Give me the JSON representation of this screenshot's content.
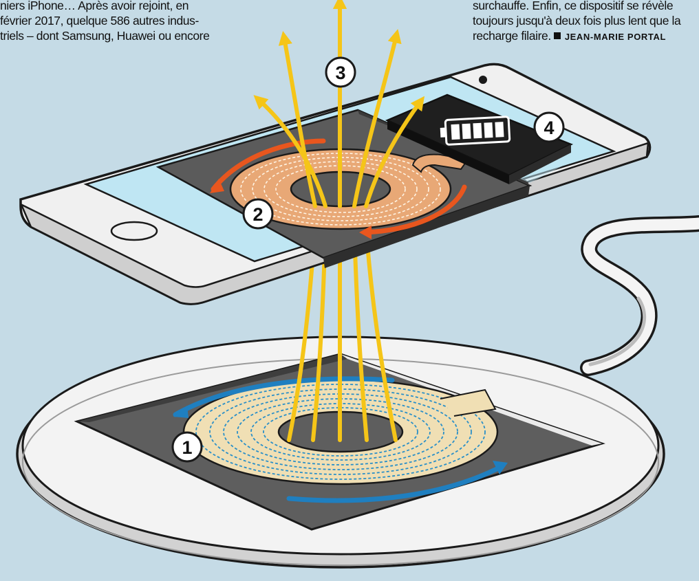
{
  "article": {
    "left_lines": [
      "niers iPhone… Après avoir rejoint, en",
      "février 2017, quelque 586 autres indus-",
      "triels – dont Samsung, Huawei ou encore"
    ],
    "right_lines": [
      "surchauffe. Enfin, ce dispositif se révèle",
      "toujours jusqu'à deux fois plus lent que la"
    ],
    "right_last_line": "recharge filaire.",
    "author": "JEAN-MARIE PORTAL"
  },
  "callouts": [
    "1",
    "2",
    "3",
    "4"
  ],
  "colors": {
    "background": "#c5dbe6",
    "field_lines": "#f5c518",
    "charger_current": "#1f7fc0",
    "phone_current": "#e8561e",
    "coil": "#e8a876",
    "screen": "#bfe6f3",
    "pad_surface": "#5e5e5e"
  },
  "icons": [
    "battery-icon",
    "home-button-icon",
    "power-cable-icon"
  ]
}
